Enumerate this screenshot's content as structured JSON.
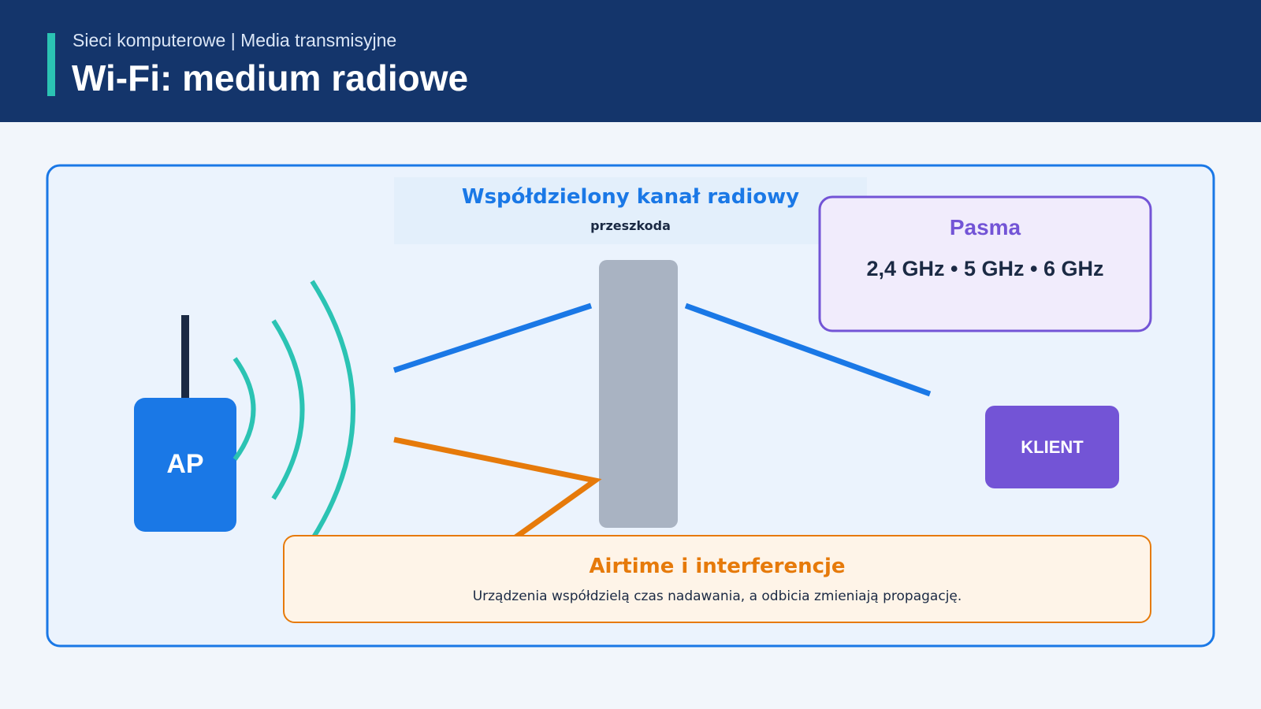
{
  "header": {
    "subtitle": "Sieci komputerowe | Media transmisyjne",
    "title": "Wi-Fi: medium radiowe"
  },
  "diagram": {
    "channel_title": "Współdzielony kanał radiowy",
    "obstacle_label": "przeszkoda",
    "ap_label": "AP",
    "client_label": "KLIENT",
    "bands": {
      "title": "Pasma",
      "values": "2,4 GHz • 5 GHz • 6 GHz"
    },
    "airtime": {
      "title": "Airtime i interferencje",
      "description": "Urządzenia współdzielą czas nadawania, a odbicia zmieniają propagację."
    }
  },
  "colors": {
    "header_bg": "#14356b",
    "accent_teal": "#2bc3b3",
    "ap_blue": "#1a78e6",
    "client_purple": "#7354d6",
    "reflection_orange": "#e67a0a",
    "obstacle_gray": "#a9b3c2"
  }
}
